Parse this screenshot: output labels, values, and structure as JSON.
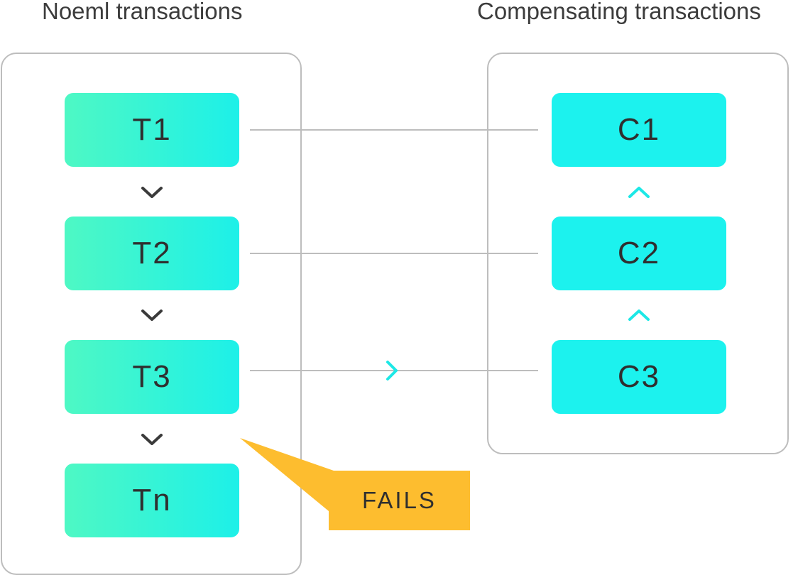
{
  "titles": {
    "normal": "Noeml transactions",
    "compensating": "Compensating transactions"
  },
  "normal_transactions": [
    "T1",
    "T2",
    "T3",
    "Tn"
  ],
  "compensating_transactions": [
    "C1",
    "C2",
    "C3"
  ],
  "failure_label": "FAILS",
  "colors": {
    "normal_box_start": "#4ef8c4",
    "normal_box_end": "#1df0e8",
    "compensating_box": "#1cf2ee",
    "callout": "#fdbd2f",
    "connector": "#bdbdbd",
    "chevron_dark": "#3a3a3a",
    "chevron_cyan": "#1de8e6"
  },
  "icons": {
    "down": "chevron-down-icon",
    "up": "chevron-up-icon",
    "right": "chevron-right-icon"
  }
}
